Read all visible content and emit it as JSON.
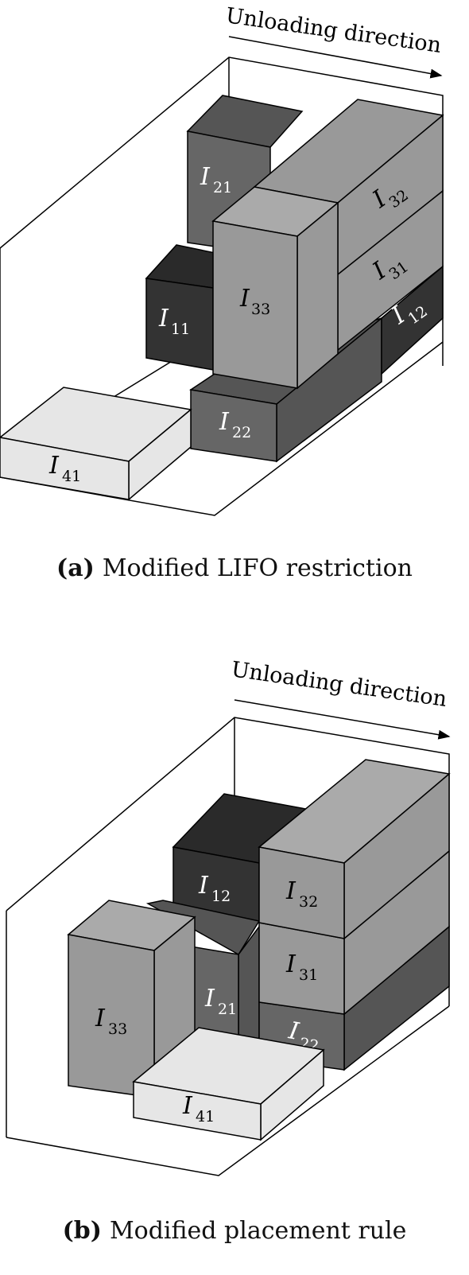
{
  "panel_a": {
    "arrow_label": "Unloading direction",
    "caption_tag": "(a)",
    "caption_text": "Modified LIFO restriction",
    "boxes": {
      "I21": {
        "main": "I",
        "sub": "21"
      },
      "I32": {
        "main": "I",
        "sub": "32"
      },
      "I31": {
        "main": "I",
        "sub": "31"
      },
      "I33": {
        "main": "I",
        "sub": "33"
      },
      "I11": {
        "main": "I",
        "sub": "11"
      },
      "I12": {
        "main": "I",
        "sub": "12"
      },
      "I22": {
        "main": "I",
        "sub": "22"
      },
      "I41": {
        "main": "I",
        "sub": "41"
      }
    }
  },
  "panel_b": {
    "arrow_label": "Unloading direction",
    "caption_tag": "(b)",
    "caption_text": "Modified placement rule",
    "boxes": {
      "I12": {
        "main": "I",
        "sub": "12"
      },
      "I32": {
        "main": "I",
        "sub": "32"
      },
      "I31": {
        "main": "I",
        "sub": "31"
      },
      "I22": {
        "main": "I",
        "sub": "22"
      },
      "I21": {
        "main": "I",
        "sub": "21"
      },
      "I33": {
        "main": "I",
        "sub": "33"
      },
      "I41": {
        "main": "I",
        "sub": "41"
      }
    }
  },
  "colors": {
    "dark": "#333333",
    "medium_dark": "#666666",
    "medium": "#999999",
    "light": "#e6e6e6",
    "outline": "#000000"
  }
}
